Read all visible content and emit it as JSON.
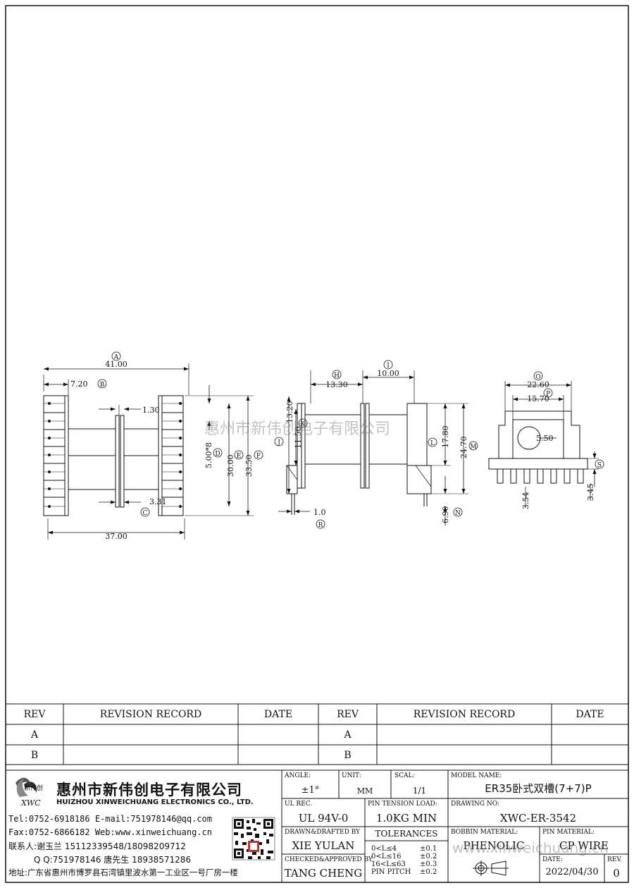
{
  "watermark": {
    "cn": "惠州市新伟创电子有限公司",
    "url": "www.xinweichuang.cn"
  },
  "drawing": {
    "view_left": {
      "dim_total_width": "41.00",
      "dim_offset": "7.20",
      "dim_gap": "1.30",
      "dim_pin_pitch": "5.00*8",
      "dim_height_inner": "30.00",
      "dim_height_outer": "33.50",
      "dim_flange": "3.31",
      "dim_bottom_width": "37.00",
      "callouts": {
        "A": "A",
        "B": "B",
        "C": "C",
        "D": "D",
        "E": "E",
        "F": "F"
      }
    },
    "view_mid": {
      "dim_h": "13.30",
      "dim_i": "10.00",
      "dim_j": "13.20",
      "dim_k": "11.50",
      "dim_l": "17.80",
      "dim_m": "24.70",
      "dim_n": "6.90",
      "dim_r": "1.0",
      "callouts": {
        "H": "H",
        "I": "I",
        "J": "J",
        "K": "K",
        "L": "L",
        "M": "M",
        "N": "N",
        "R": "R"
      }
    },
    "view_right": {
      "dim_o": "22.60",
      "dim_p": "15.70",
      "dim_hole": "5.50",
      "dim_pin_left": "3.54",
      "dim_pin_right": "3.45",
      "callouts": {
        "O": "O",
        "P": "P",
        "S": "S"
      }
    }
  },
  "revision_table": {
    "headers": {
      "rev": "REV",
      "record": "REVISION RECORD",
      "date": "DATE"
    },
    "rows": [
      "A",
      "B"
    ]
  },
  "company": {
    "logo_cn": "新伟创",
    "logo_en": "XWC",
    "name_cn": "惠州市新伟创电子有限公司",
    "name_en": "HUIZHOU XINWEICHUANG ELECTRONICS CO., LTD.",
    "contact_line1": "Tel:0752-6918186 E-mail:751978146@qq.com",
    "contact_line2": "Fax:0752-6866182 Web:www.xinweichuang.cn",
    "contact_line3": "联系人:谢玉兰 15112339548/18098209712",
    "contact_line4": "Q Q:751978146    唐先生 18938571286",
    "address": "地址:广东省惠州市博罗县石湾镇里波水第一工业区一号厂房一楼"
  },
  "title_block": {
    "angle_label": "ANGLE:",
    "angle_value": "±1°",
    "unit_label": "UNIT:",
    "unit_value": "MM",
    "scale_label": "SCAL:",
    "scale_value": "1/1",
    "model_label": "MODEL NAME:",
    "model_value": "ER35卧式双槽(7+7)P",
    "ul_label": "UL REC.",
    "ul_value": "UL 94V-0",
    "pin_tension_label": "PIN TENSION LOAD:",
    "pin_tension_value": "1.0KG MIN",
    "drawing_no_label": "DRAWING NO:",
    "drawing_no_value": "XWC-ER-3542",
    "drawn_label": "DRAWN&DRAFTED BY",
    "drawn_value": "XIE YULAN",
    "tolerances_label": "TOLERANCES",
    "tol_rows": [
      {
        "range": "0<L≤4",
        "tol": "±0.1"
      },
      {
        "range": "0<L≤16",
        "tol": "±0.2"
      },
      {
        "range": "16<L≤63",
        "tol": "±0.3"
      },
      {
        "range": "PIN PITCH",
        "tol": "±0.2"
      }
    ],
    "bobbin_label": "BOBBIN MATERIAL:",
    "bobbin_value": "PHENOLIC",
    "pin_material_label": "PIN MATERIAL:",
    "pin_material_value": "CP WIRE",
    "checked_label": "CHECKED&APPROVED BY",
    "checked_value": "TANG CHENG",
    "date_label": "DATE:",
    "date_value": "2022/04/30",
    "rev_label": "REV.",
    "rev_value": "0"
  }
}
